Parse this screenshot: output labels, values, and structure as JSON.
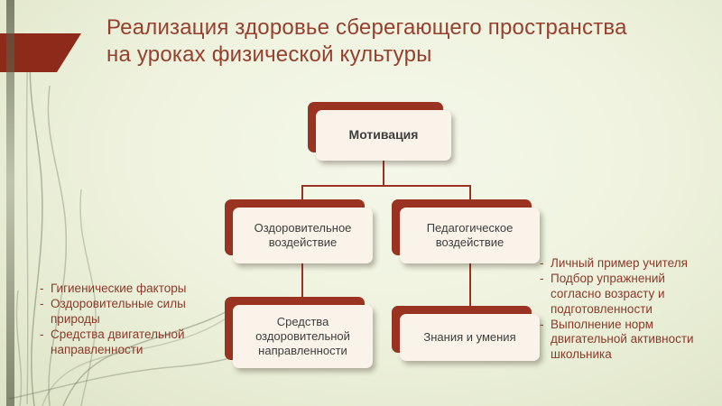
{
  "slide": {
    "title": "Реализация здоровье сберегающего пространства на уроках физической культуры"
  },
  "bullet": "-",
  "diagram": {
    "root": "Мотивация",
    "level2": {
      "left": "Оздоровительное воздействие",
      "right": "Педагогическое воздействие"
    },
    "level3": {
      "left": "Средства оздоровительной направленности",
      "right": "Знания и умения"
    }
  },
  "left_list": {
    "items": [
      "Гигиенические факторы",
      "Оздоровительные силы природы",
      "Средства двигательной направленности"
    ]
  },
  "right_list": {
    "items": [
      "Личный пример учителя",
      "Подбор упражнений согласно возрасту и подготовленности",
      "Выполнение норм двигательной активности школьника"
    ]
  },
  "colors": {
    "accent_red": "#8e2a1a",
    "node_shadow_red": "#9a3322",
    "node_face": "#f9f3ea",
    "title_text": "#96402e",
    "list_text": "#8a3a2b",
    "background": "#eef2dd"
  }
}
